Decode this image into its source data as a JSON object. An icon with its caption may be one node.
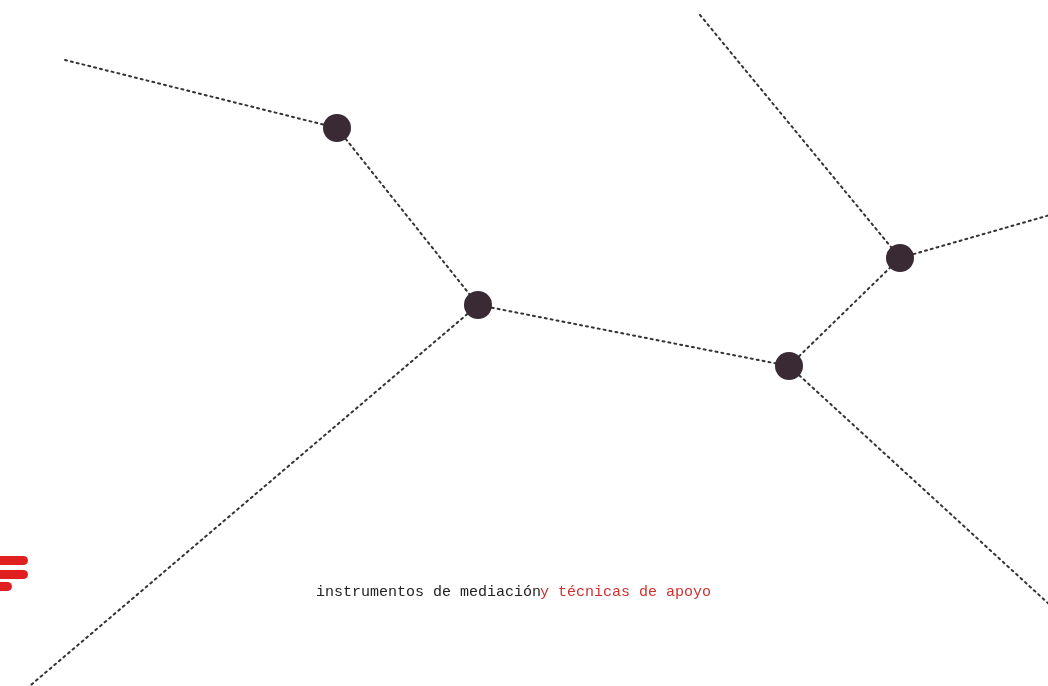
{
  "diagram": {
    "nodes": [
      {
        "text": [],
        "shape": "circle"
      },
      {
        "text": [],
        "shape": "circle"
      },
      {
        "text": [],
        "shape": "circle"
      },
      {
        "text": [],
        "shape": "circle"
      }
    ],
    "edges": [
      {
        "from": null,
        "to": 0,
        "arrow": "none"
      },
      {
        "from": 0,
        "to": 1,
        "arrow": "none"
      },
      {
        "from": 1,
        "to": null,
        "arrow": "none"
      },
      {
        "from": 1,
        "to": 2,
        "arrow": "none"
      },
      {
        "from": 2,
        "to": 3,
        "arrow": "none"
      },
      {
        "from": null,
        "to": 3,
        "arrow": "none"
      },
      {
        "from": 3,
        "to": null,
        "arrow": "none"
      },
      {
        "from": 2,
        "to": null,
        "arrow": "none"
      }
    ],
    "labels": [
      "instrumentos de mediación",
      "y técnicas de apoyo"
    ]
  }
}
